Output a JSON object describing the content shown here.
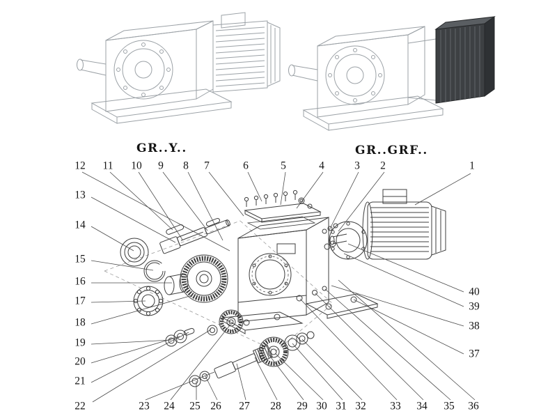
{
  "captions": {
    "left_variant": "GR..Y..",
    "right_variant": "GR..GRF.."
  },
  "callouts": {
    "top": [
      "12",
      "11",
      "10",
      "9",
      "8",
      "7",
      "6",
      "5",
      "4",
      "3",
      "2",
      "1"
    ],
    "left": [
      "13",
      "14",
      "15",
      "16",
      "17",
      "18",
      "19",
      "20",
      "21",
      "22"
    ],
    "bottom": [
      "23",
      "24",
      "25",
      "26",
      "27",
      "28",
      "29",
      "30",
      "31",
      "32",
      "33",
      "34",
      "35",
      "36"
    ],
    "right": [
      "40",
      "39",
      "38",
      "37"
    ]
  },
  "colors": {
    "line_art_light": "#9ba1a6",
    "line_art_dark": "#3c3c3c",
    "dark_block": "#3d4043",
    "text": "#141414"
  }
}
